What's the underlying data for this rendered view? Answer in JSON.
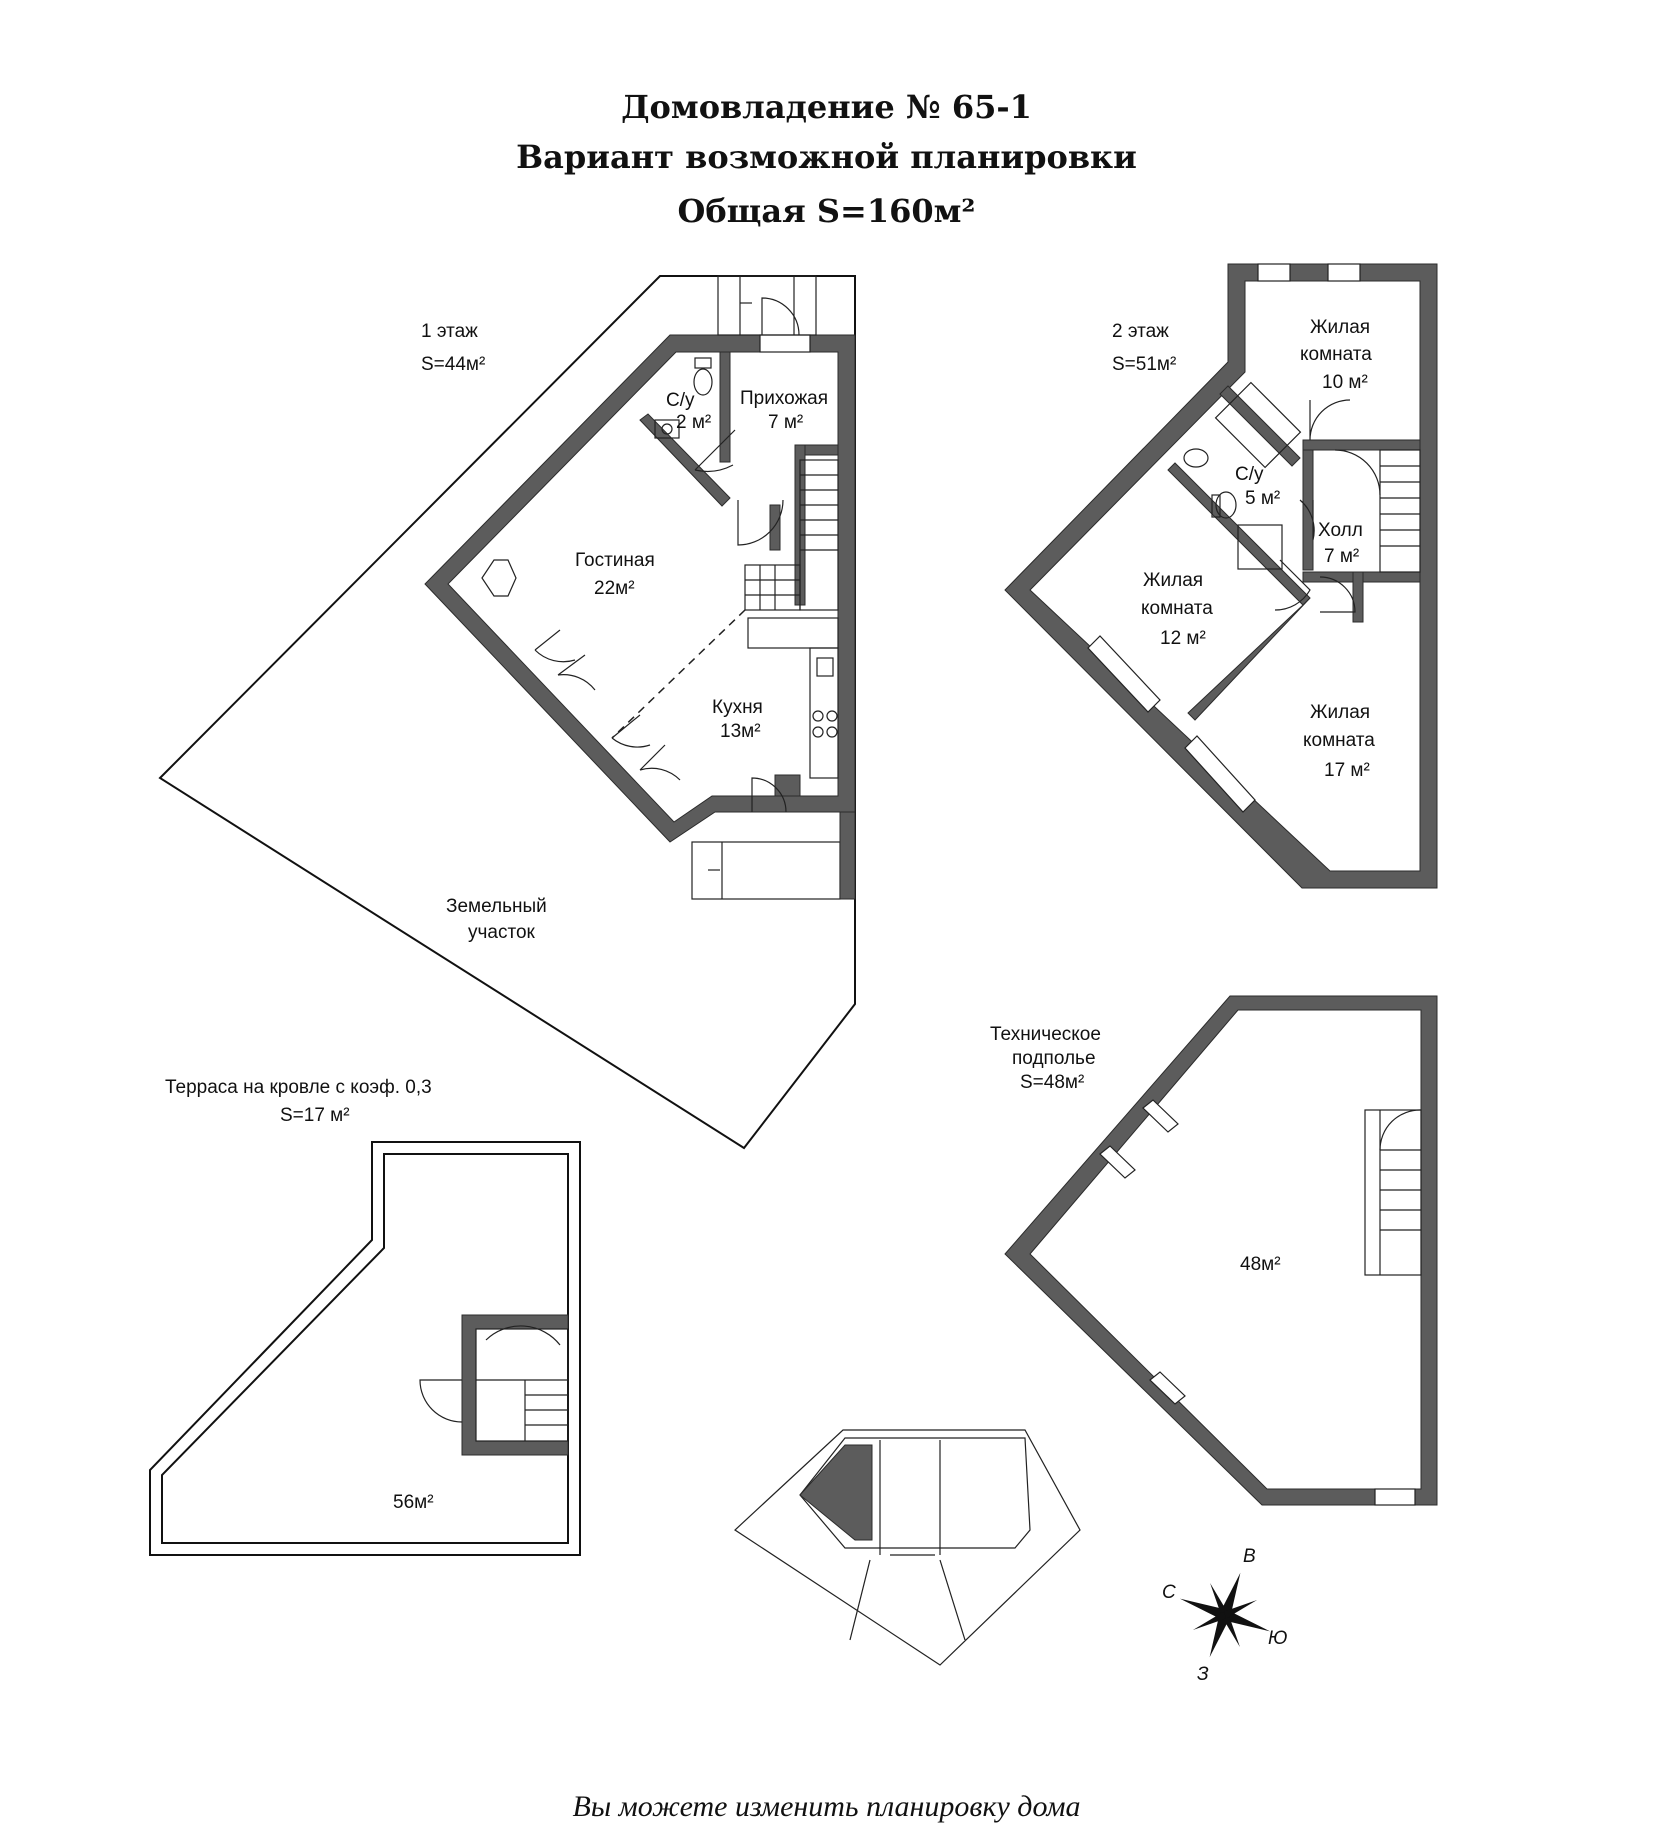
{
  "header": {
    "title": "Домовладение № 65-1",
    "subtitle": "Вариант возможной планировки",
    "total_area": "Общая S=160м²"
  },
  "floor1": {
    "name": "1 этаж",
    "area": "S=44м²",
    "rooms": {
      "wc": [
        "С/у",
        "2 м²"
      ],
      "hall": [
        "Прихожая",
        "7 м²"
      ],
      "living": [
        "Гостиная",
        "22м²"
      ],
      "kitchen": [
        "Кухня",
        "13м²"
      ],
      "plot": [
        "Земельный",
        "участок"
      ]
    }
  },
  "floor2": {
    "name": "2 этаж",
    "area": "S=51м²",
    "rooms": {
      "room_a": [
        "Жилая",
        "комната",
        "10 м²"
      ],
      "bath": [
        "С/у",
        "5 м²"
      ],
      "hall": [
        "Холл",
        "7 м²"
      ],
      "room_b": [
        "Жилая",
        "комната",
        "12 м²"
      ],
      "room_c": [
        "Жилая",
        "комната",
        "17 м²"
      ]
    }
  },
  "basement": {
    "name": [
      "Техническое",
      "подполье"
    ],
    "area": "S=48м²",
    "room_area": "48м²"
  },
  "terrace": {
    "name": "Терраса на кровле с коэф. 0,3",
    "area": "S=17 м²",
    "room_area": "56м²"
  },
  "compass": {
    "north": "С",
    "east": "В",
    "south": "Ю",
    "west": "З"
  },
  "footer": "Вы можете изменить планировку дома"
}
